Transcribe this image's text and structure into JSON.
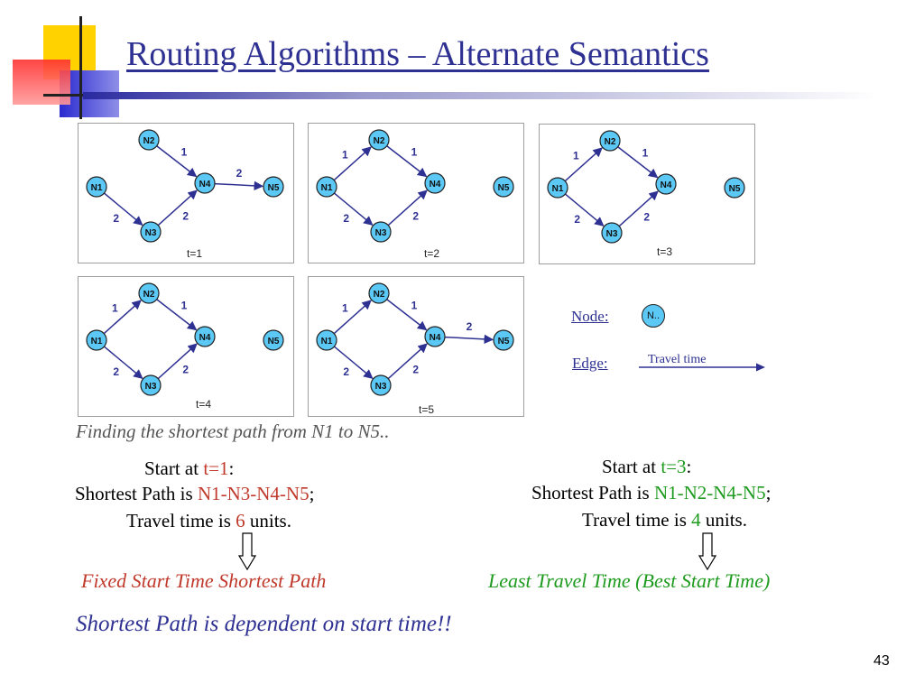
{
  "slide": {
    "title": "Routing Algorithms – Alternate Semantics",
    "page_number": "43"
  },
  "diagram": {
    "panels": [
      {
        "time_label": "t=1",
        "edges": [
          {
            "from": "N2",
            "to": "N4",
            "weight": "1"
          },
          {
            "from": "N4",
            "to": "N5",
            "weight": "2"
          },
          {
            "from": "N1",
            "to": "N3",
            "weight": "2"
          },
          {
            "from": "N3",
            "to": "N4",
            "weight": "2"
          }
        ]
      },
      {
        "time_label": "t=2",
        "edges": [
          {
            "from": "N1",
            "to": "N2",
            "weight": "1"
          },
          {
            "from": "N2",
            "to": "N4",
            "weight": "1"
          },
          {
            "from": "N1",
            "to": "N3",
            "weight": "2"
          },
          {
            "from": "N3",
            "to": "N4",
            "weight": "2"
          }
        ]
      },
      {
        "time_label": "t=3",
        "edges": [
          {
            "from": "N1",
            "to": "N2",
            "weight": "1"
          },
          {
            "from": "N2",
            "to": "N4",
            "weight": "1"
          },
          {
            "from": "N1",
            "to": "N3",
            "weight": "2"
          },
          {
            "from": "N3",
            "to": "N4",
            "weight": "2"
          }
        ]
      },
      {
        "time_label": "t=4",
        "edges": [
          {
            "from": "N1",
            "to": "N2",
            "weight": "1"
          },
          {
            "from": "N2",
            "to": "N4",
            "weight": "1"
          },
          {
            "from": "N1",
            "to": "N3",
            "weight": "2"
          },
          {
            "from": "N3",
            "to": "N4",
            "weight": "2"
          }
        ]
      },
      {
        "time_label": "t=5",
        "edges": [
          {
            "from": "N1",
            "to": "N2",
            "weight": "1"
          },
          {
            "from": "N2",
            "to": "N4",
            "weight": "1"
          },
          {
            "from": "N4",
            "to": "N5",
            "weight": "2"
          },
          {
            "from": "N1",
            "to": "N3",
            "weight": "2"
          },
          {
            "from": "N3",
            "to": "N4",
            "weight": "2"
          }
        ]
      }
    ],
    "node_labels": [
      "N1",
      "N2",
      "N3",
      "N4",
      "N5"
    ],
    "node_color": "#5bc8f5",
    "edge_color": "#2e3192"
  },
  "legend": {
    "node_label": "Node:",
    "node_sample": "N..",
    "edge_label": "Edge:",
    "edge_text": "Travel time"
  },
  "caption": "Finding the shortest path from N1 to N5..",
  "left": {
    "start_prefix": "Start at ",
    "start_value": "t=1",
    "start_suffix": ":",
    "path_prefix": "Shortest Path is ",
    "path_value": "N1-N3-N4-N5",
    "path_suffix": ";",
    "time_prefix": "Travel time is ",
    "time_value": "6",
    "time_suffix": " units.",
    "conclusion": "Fixed Start Time Shortest Path"
  },
  "right": {
    "start_prefix": "Start at ",
    "start_value": "t=3",
    "start_suffix": ":",
    "path_prefix": "Shortest Path is ",
    "path_value": "N1-N2-N4-N5",
    "path_suffix": ";",
    "time_prefix": "Travel time is ",
    "time_value": "4",
    "time_suffix": " units.",
    "conclusion": "Least Travel Time (Best Start Time)"
  },
  "footer": "Shortest Path is dependent on start time!!",
  "colors": {
    "title": "#2e3192",
    "highlight_red": "#c0392b",
    "highlight_green": "#1e9b1e"
  }
}
